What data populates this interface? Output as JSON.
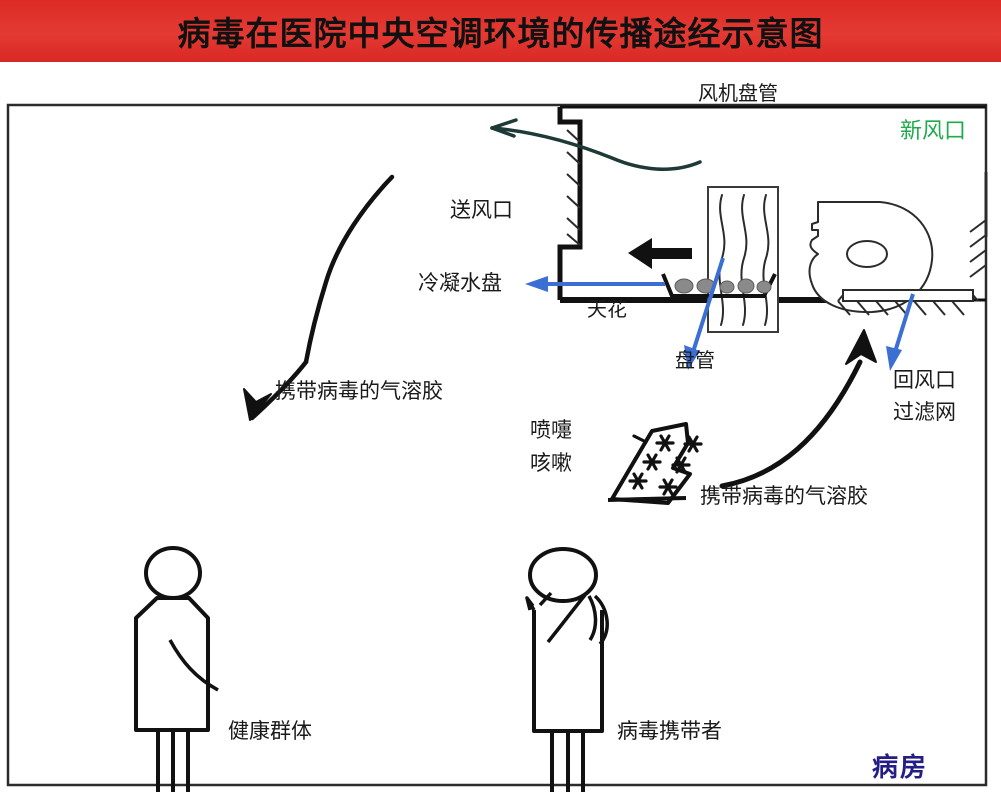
{
  "banner": {
    "title": "病毒在医院中央空调环境的传播途经示意图",
    "bg_color": "#e02b26",
    "text_color": "#111111"
  },
  "diagram": {
    "frame_color": "#2b2b2b",
    "background": "#ffffff"
  },
  "labels": {
    "fan_coil_unit": "风机盘管",
    "fresh_air_inlet": "新风口",
    "supply_air_outlet": "送风口",
    "condensate_pan": "冷凝水盘",
    "ceiling": "天花",
    "coil": "盘管",
    "return_air_filter_line1": "回风口",
    "return_air_filter_line2": "过滤网",
    "aerosol_left": "携带病毒的气溶胶",
    "aerosol_right": "携带病毒的气溶胶",
    "sneeze": "喷嚏",
    "cough": "咳嗽",
    "healthy_group": "健康群体",
    "virus_carrier": "病毒携带者",
    "ward": "病房"
  },
  "colors": {
    "banner_red": "#e02b26",
    "blue_arrow": "#3b6fd4",
    "green_text": "#1faa4b",
    "ward_navy": "#241d86",
    "teal_arrow": "#1d3a36",
    "black_line": "#111111",
    "pan_dirt": "#8a8a8a"
  },
  "elements": {
    "aerosol_cloud_particle_count": 7,
    "condensate_pan_dirt_count": 5,
    "coil_wave_count": 3,
    "supply_vent_hatch_count": 6,
    "return_grille_hatch_count": 7,
    "fresh_air_hatch_count": 4
  }
}
